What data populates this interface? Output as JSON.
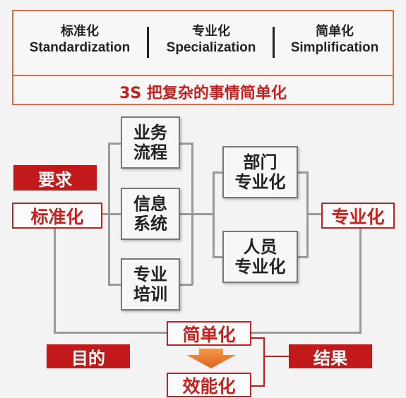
{
  "header": {
    "columns": [
      {
        "zh": "标准化",
        "en": "Standardization"
      },
      {
        "zh": "专业化",
        "en": "Specialization"
      },
      {
        "zh": "简单化",
        "en": "Simplification"
      }
    ],
    "slogan": "3S 把复杂的事情简单化"
  },
  "labels": {
    "requirement": "要求",
    "purpose": "目的",
    "result": "结果"
  },
  "nodes": {
    "standardization": "标准化",
    "business_process": "业务\n流程",
    "info_system": "信息\n系统",
    "professional_training": "专业\n培训",
    "dept_specialization": "部门\n专业化",
    "staff_specialization": "人员\n专业化",
    "specialization": "专业化",
    "simplification": "简单化",
    "efficiency": "效能化"
  }
}
